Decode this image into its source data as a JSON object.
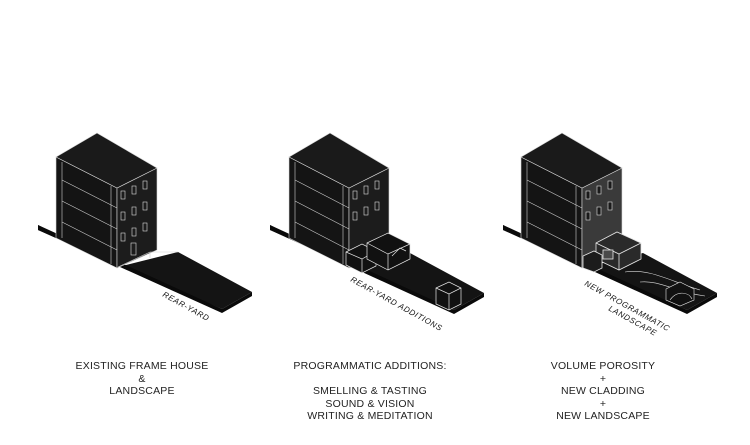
{
  "colors": {
    "mass": "#141414",
    "outline": "#f2f2f2",
    "cladding": "#3a3a3a",
    "text": "#222222"
  },
  "panels": [
    {
      "ground_label": "REAR-YARD",
      "caption": [
        "EXISTING FRAME HOUSE",
        "&",
        "LANDSCAPE"
      ]
    },
    {
      "ground_label": "REAR-YARD ADDITIONS",
      "caption": [
        "PROGRAMMATIC ADDITIONS:",
        "",
        "SMELLING & TASTING",
        "SOUND & VISION",
        "WRITING & MEDITATION"
      ]
    },
    {
      "ground_label": "NEW PROGRAMMATIC",
      "ground_label_2": "LANDSCAPE",
      "caption": [
        "VOLUME POROSITY",
        "+",
        "NEW CLADDING",
        "+",
        "NEW LANDSCAPE"
      ]
    }
  ]
}
